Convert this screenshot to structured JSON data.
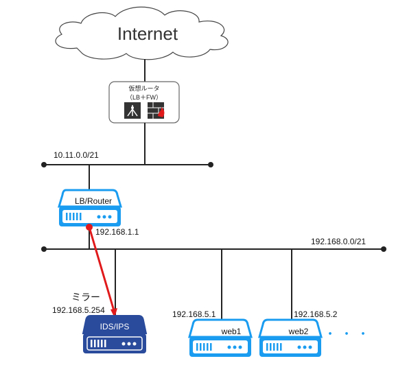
{
  "cloud": {
    "label": "Internet"
  },
  "virtual_router": {
    "title": "仮想ルータ",
    "subtitle": "（LB＋FW）"
  },
  "networks": {
    "upper": {
      "cidr": "10.11.0.0/21"
    },
    "lower": {
      "cidr": "192.168.0.0/21"
    }
  },
  "lb_router": {
    "label": "LB/Router",
    "ip": "192.168.1.1"
  },
  "ids_ips": {
    "label": "IDS/IPS",
    "ip": "192.168.5.254",
    "mirror_label": "ミラー"
  },
  "web1": {
    "label": "web1",
    "ip": "192.168.5.1"
  },
  "web2": {
    "label": "web2",
    "ip": "192.168.5.2"
  },
  "more": {
    "label": "・・・"
  },
  "colors": {
    "line": "#222222",
    "device_blue": "#1a9cf0",
    "ids_navy": "#2a4b9b",
    "mirror_red": "#e0191b"
  }
}
